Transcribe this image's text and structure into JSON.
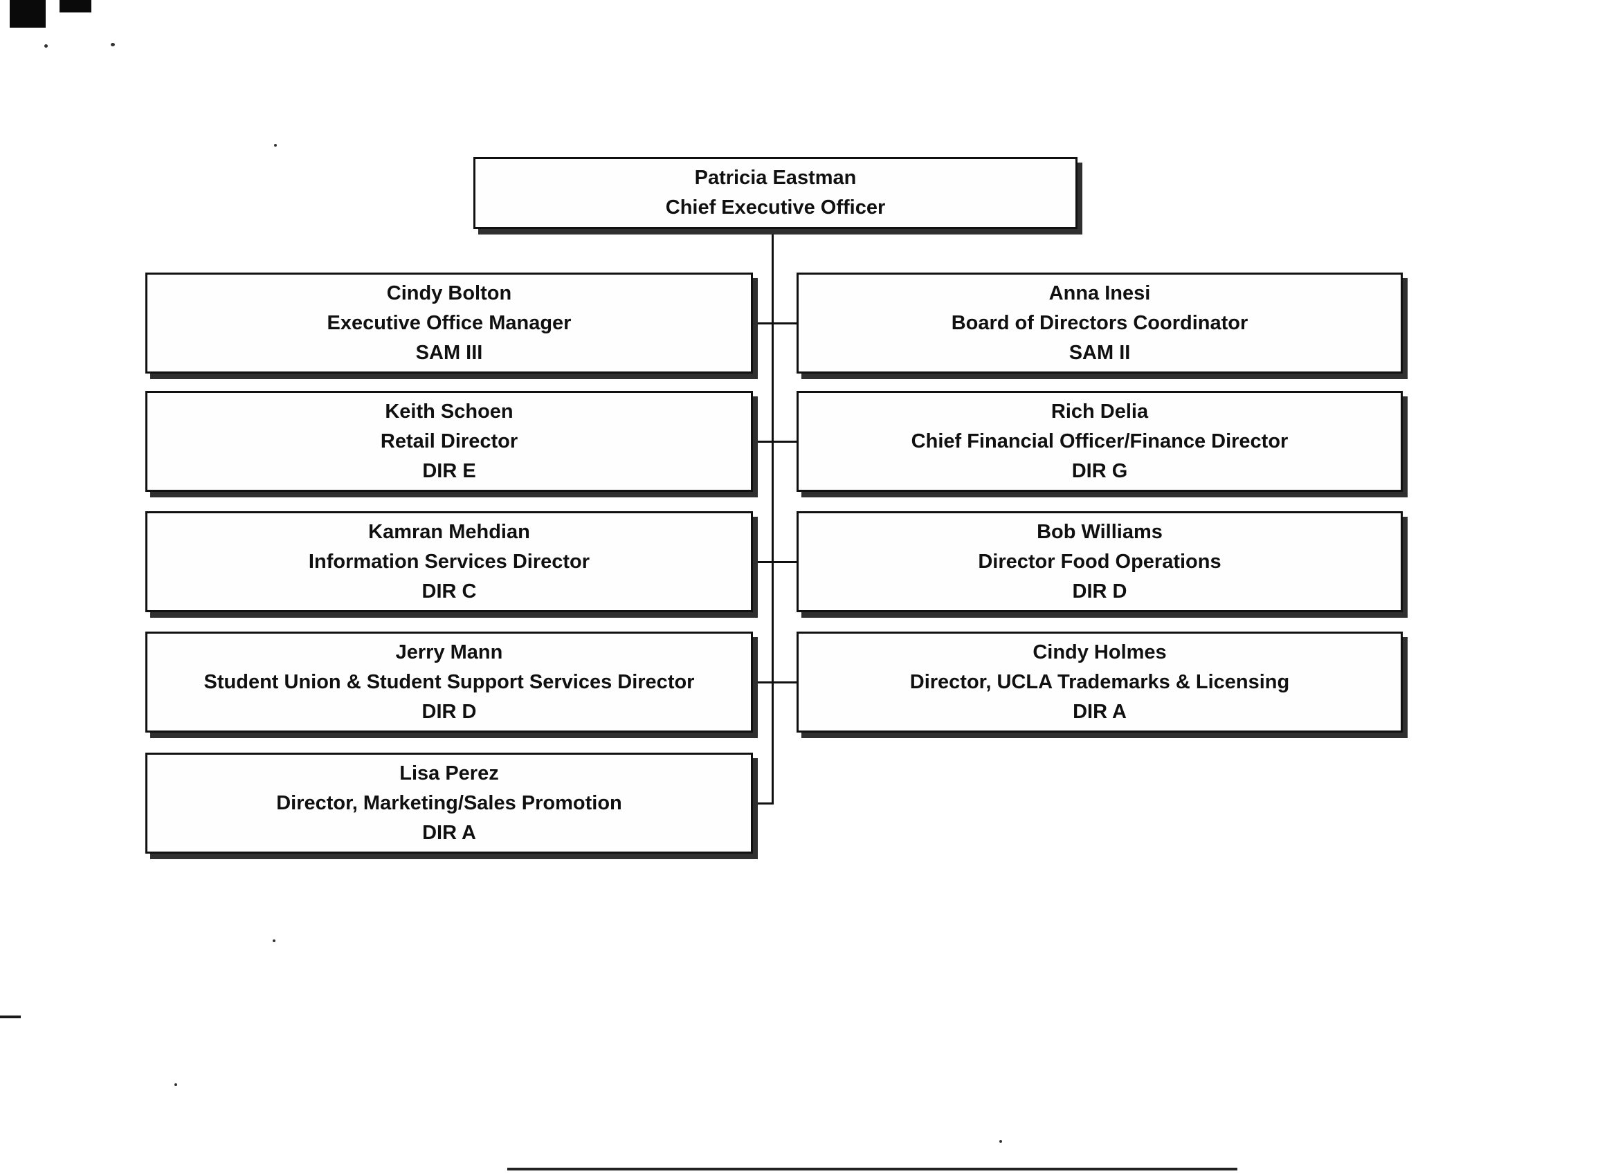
{
  "palette": {
    "ink": "#101010",
    "paper": "#ffffff",
    "shadow": "#2f2f2f"
  },
  "org_chart": {
    "root": {
      "name": "Patricia Eastman",
      "title": "Chief Executive Officer"
    },
    "left": [
      {
        "name": "Cindy Bolton",
        "title": "Executive Office Manager",
        "grade": "SAM III"
      },
      {
        "name": "Keith Schoen",
        "title": "Retail Director",
        "grade": "DIR E"
      },
      {
        "name": "Kamran Mehdian",
        "title": "Information Services Director",
        "grade": "DIR C"
      },
      {
        "name": "Jerry Mann",
        "title": "Student Union & Student Support Services Director",
        "grade": "DIR D"
      },
      {
        "name": "Lisa Perez",
        "title": "Director, Marketing/Sales Promotion",
        "grade": "DIR A"
      }
    ],
    "right": [
      {
        "name": "Anna Inesi",
        "title": "Board of Directors Coordinator",
        "grade": "SAM II"
      },
      {
        "name": "Rich Delia",
        "title": "Chief Financial Officer/Finance Director",
        "grade": "DIR G"
      },
      {
        "name": "Bob Williams",
        "title": "Director Food Operations",
        "grade": "DIR D"
      },
      {
        "name": "Cindy Holmes",
        "title": "Director, UCLA Trademarks & Licensing",
        "grade": "DIR A"
      }
    ]
  }
}
